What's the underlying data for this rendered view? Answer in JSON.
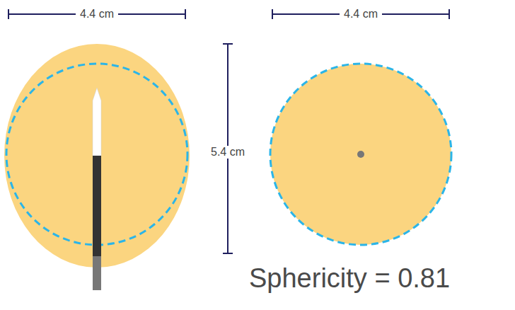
{
  "diagram": {
    "labels": [
      "4.4 cm",
      "4.4 cm",
      "5.4 cm",
      "Sphericity = 0.81"
    ]
  }
}
